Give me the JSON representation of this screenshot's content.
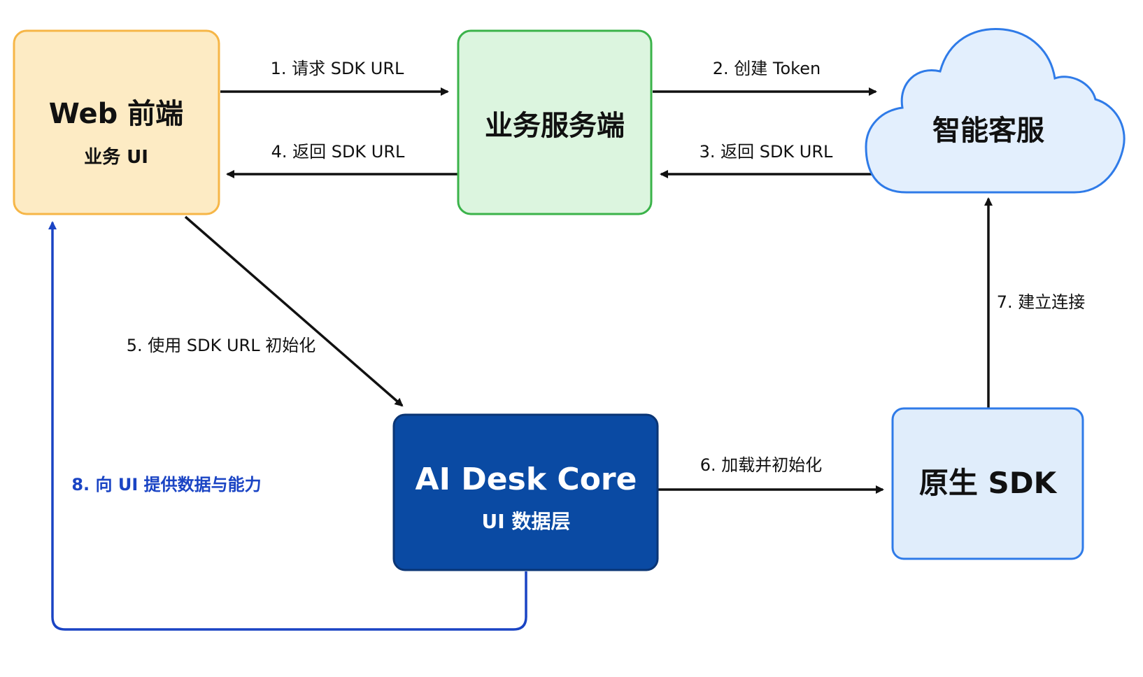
{
  "nodes": {
    "web_frontend": {
      "title": "Web 前端",
      "subtitle": "业务 UI"
    },
    "business_server": {
      "title": "业务服务端"
    },
    "smart_service": {
      "title": "智能客服"
    },
    "ai_desk_core": {
      "title": "AI Desk Core",
      "subtitle": "UI 数据层"
    },
    "native_sdk": {
      "title": "原生 SDK"
    }
  },
  "edges": {
    "step1": "1. 请求 SDK URL",
    "step2": "2. 创建 Token",
    "step3": "3. 返回 SDK URL",
    "step4": "4. 返回 SDK URL",
    "step5": "5. 使用 SDK URL 初始化",
    "step6": "6. 加载并初始化",
    "step7": "7. 建立连接",
    "step8": "8. 向 UI 提供数据与能力"
  },
  "colors": {
    "web_frontend_fill": "#fdebc4",
    "web_frontend_stroke": "#f6b647",
    "business_server_fill": "#dcf5df",
    "business_server_stroke": "#3bb34a",
    "smart_service_fill": "#e3effd",
    "smart_service_stroke": "#2f7be8",
    "ai_desk_core_fill": "#0a4aa3",
    "ai_desk_core_stroke": "#0a3575",
    "native_sdk_fill": "#e0edfb",
    "native_sdk_stroke": "#2f7be8",
    "arrow": "#111111",
    "feedback_arrow": "#1a44c4"
  }
}
